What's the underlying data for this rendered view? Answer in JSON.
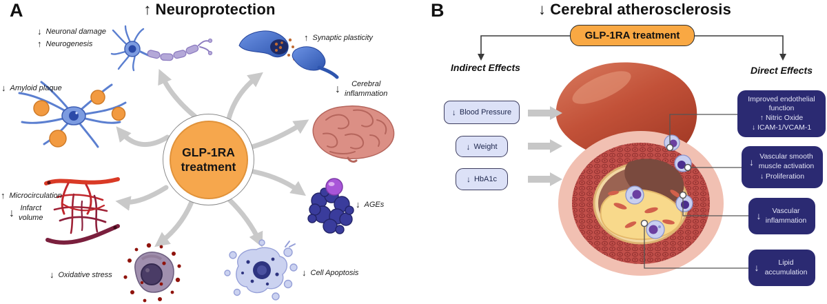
{
  "figure": {
    "colors": {
      "accent_orange": "#F6A74D",
      "treatment_box_orange": "#F9A843",
      "navy_box": "#2B2A72",
      "light_box_lavender": "#DCE1F7",
      "radial_arrow_gray": "#C9C9C9"
    }
  },
  "panelA": {
    "label": "A",
    "title_arrow": "↑",
    "title": "Neuroprotection",
    "hub": {
      "line1": "GLP-1RA",
      "line2": "treatment"
    },
    "labels": {
      "neuronal_damage_arrow": "↓",
      "neuronal_damage": "Neuronal damage",
      "neurogenesis_arrow": "↑",
      "neurogenesis": "Neurogenesis",
      "amyloid_arrow": "↓",
      "amyloid": "Amyloid plaque",
      "synaptic_arrow": "↑",
      "synaptic": "Synaptic plasticity",
      "cerebral_arrow": "↓",
      "cerebral_line1": "Cerebral",
      "cerebral_line2": "inflammation",
      "micro_arrow": "↑",
      "micro": "Microcirculation",
      "infarct_arrow": "↓",
      "infarct_line1": "Infarct",
      "infarct_line2": "volume",
      "ages_arrow": "↓",
      "ages": "AGEs",
      "oxidative_arrow": "↓",
      "oxidative": "Oxidative stress",
      "apoptosis_arrow": "↓",
      "apoptosis": "Cell Apoptosis"
    },
    "illustrations": [
      "neuron",
      "synapse",
      "amyloid-neuron",
      "brain",
      "microcirculation",
      "ages-molecule",
      "oxidative-cell",
      "apoptotic-cell"
    ]
  },
  "panelB": {
    "label": "B",
    "title_arrow": "↓",
    "title": "Cerebral atherosclerosis",
    "treatment_label": "GLP-1RA treatment",
    "indirect_header": "Indirect Effects",
    "direct_header": "Direct Effects",
    "indirect_boxes": [
      {
        "arrow": "↓",
        "text": "Blood Pressure"
      },
      {
        "arrow": "↓",
        "text": "Weight"
      },
      {
        "arrow": "↓",
        "text": "HbA1c"
      }
    ],
    "direct_boxes": [
      {
        "line1": "Improved endothelial function",
        "line2": "↑ Nitric Oxide",
        "line3": "↓ ICAM-1/VCAM-1"
      },
      {
        "arrow": "↓",
        "text": "Vascular smooth muscle activation",
        "sub": "↓ Proliferation"
      },
      {
        "arrow": "↓",
        "text": "Vascular inflammation"
      },
      {
        "arrow": "↓",
        "text": "Lipid accumulation"
      }
    ]
  }
}
